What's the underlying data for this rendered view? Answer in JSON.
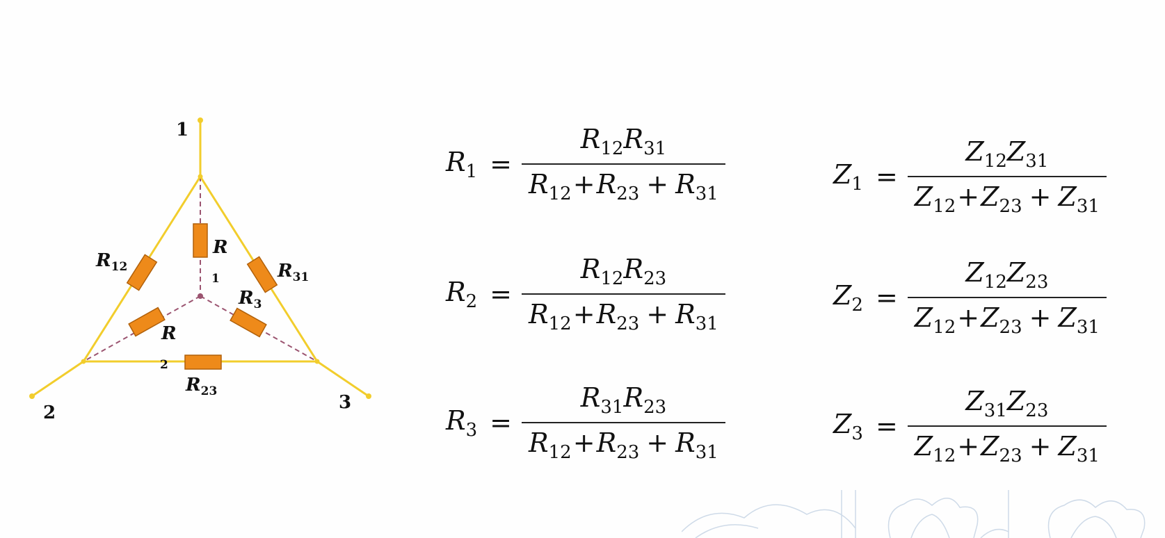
{
  "diagram": {
    "nodes": [
      "1",
      "2",
      "3"
    ],
    "resistors": {
      "r12": {
        "base": "R",
        "sub": "12"
      },
      "r23": {
        "base": "R",
        "sub": "23"
      },
      "r31": {
        "base": "R",
        "sub": "31"
      },
      "r1": {
        "base": "R",
        "sub": "1"
      },
      "r2": {
        "base": "R",
        "sub": "2"
      },
      "r3": {
        "base": "R",
        "sub": "3"
      }
    },
    "colors": {
      "wire": "#f2cd2c",
      "resistor": "#ee8a1a",
      "resistor_edge": "#b0600a",
      "dashed": "#9b5470"
    }
  },
  "formulas": {
    "r": [
      {
        "lhs": "R",
        "lhs_sub": "1",
        "num": [
          [
            "R",
            "12"
          ],
          [
            "R",
            "31"
          ]
        ],
        "den": [
          [
            "R",
            "12"
          ],
          [
            "R",
            "23"
          ],
          [
            "R",
            "31"
          ]
        ]
      },
      {
        "lhs": "R",
        "lhs_sub": "2",
        "num": [
          [
            "R",
            "12"
          ],
          [
            "R",
            "23"
          ]
        ],
        "den": [
          [
            "R",
            "12"
          ],
          [
            "R",
            "23"
          ],
          [
            "R",
            "31"
          ]
        ]
      },
      {
        "lhs": "R",
        "lhs_sub": "3",
        "num": [
          [
            "R",
            "31"
          ],
          [
            "R",
            "23"
          ]
        ],
        "den": [
          [
            "R",
            "12"
          ],
          [
            "R",
            "23"
          ],
          [
            "R",
            "31"
          ]
        ]
      }
    ],
    "z": [
      {
        "lhs": "Z",
        "lhs_sub": "1",
        "num": [
          [
            "Z",
            "12"
          ],
          [
            "Z",
            "31"
          ]
        ],
        "den": [
          [
            "Z",
            "12"
          ],
          [
            "Z",
            "23"
          ],
          [
            "Z",
            "31"
          ]
        ]
      },
      {
        "lhs": "Z",
        "lhs_sub": "2",
        "num": [
          [
            "Z",
            "12"
          ],
          [
            "Z",
            "23"
          ]
        ],
        "den": [
          [
            "Z",
            "12"
          ],
          [
            "Z",
            "23"
          ],
          [
            "Z",
            "31"
          ]
        ]
      },
      {
        "lhs": "Z",
        "lhs_sub": "3",
        "num": [
          [
            "Z",
            "31"
          ],
          [
            "Z",
            "23"
          ]
        ],
        "den": [
          [
            "Z",
            "12"
          ],
          [
            "Z",
            "23"
          ],
          [
            "Z",
            "31"
          ]
        ]
      }
    ],
    "equals": "=",
    "plus": "+"
  }
}
